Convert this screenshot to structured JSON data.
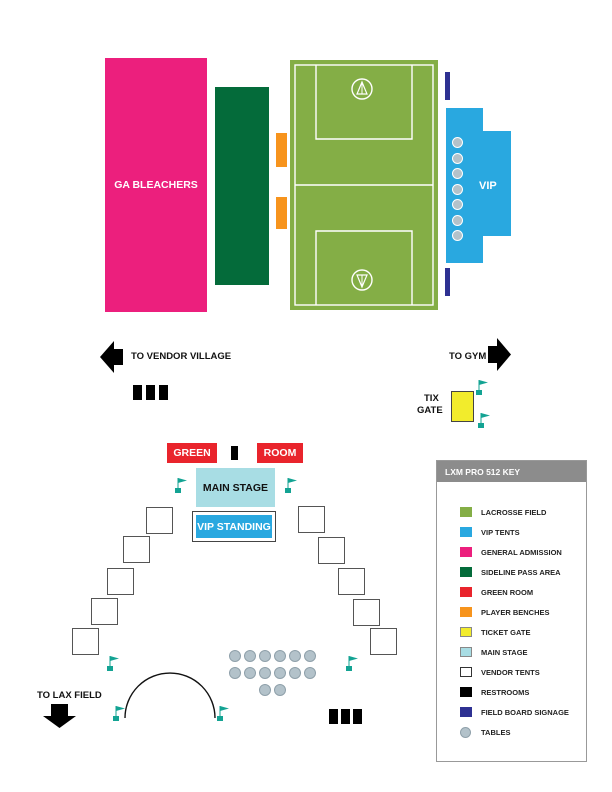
{
  "colors": {
    "lacrosse_field": "#84ae46",
    "vip": "#29a8e0",
    "general_admission": "#ec1f7d",
    "sideline_pass": "#046b3a",
    "green_room": "#e9242c",
    "benches": "#f7941d",
    "ticket_gate": "#f2ec2c",
    "main_stage": "#a8dde4",
    "signage": "#2e3192",
    "flag": "#13a393"
  },
  "map": {
    "ga_label": "GA BLEACHERS",
    "vip_label": "VIP",
    "to_vendor_village": "TO VENDOR VILLAGE",
    "to_gym": "TO GYM",
    "tix_gate_line1": "TIX",
    "tix_gate_line2": "GATE",
    "green_label": "GREEN",
    "room_label": "ROOM",
    "main_stage_label": "MAIN STAGE",
    "vip_standing_label": "VIP STANDING",
    "to_lax_field": "TO LAX FIELD"
  },
  "legend": {
    "title": "LXM PRO 512 KEY",
    "items": [
      {
        "label": "LACROSSE FIELD",
        "swatch": "lacrosse_field"
      },
      {
        "label": "VIP TENTS",
        "swatch": "vip"
      },
      {
        "label": "GENERAL ADMISSION",
        "swatch": "general_admission"
      },
      {
        "label": "SIDELINE PASS AREA",
        "swatch": "sideline_pass"
      },
      {
        "label": "GREEN ROOM",
        "swatch": "green_room"
      },
      {
        "label": "PLAYER BENCHES",
        "swatch": "benches"
      },
      {
        "label": "TICKET GATE",
        "swatch": "ticket_gate"
      },
      {
        "label": "MAIN STAGE",
        "swatch": "main_stage"
      },
      {
        "label": "VENDOR TENTS",
        "swatch": "vendor"
      },
      {
        "label": "RESTROOMS",
        "swatch": "restroom"
      },
      {
        "label": "FIELD BOARD SIGNAGE",
        "swatch": "signage"
      },
      {
        "label": "TABLES",
        "swatch": "table"
      }
    ]
  }
}
